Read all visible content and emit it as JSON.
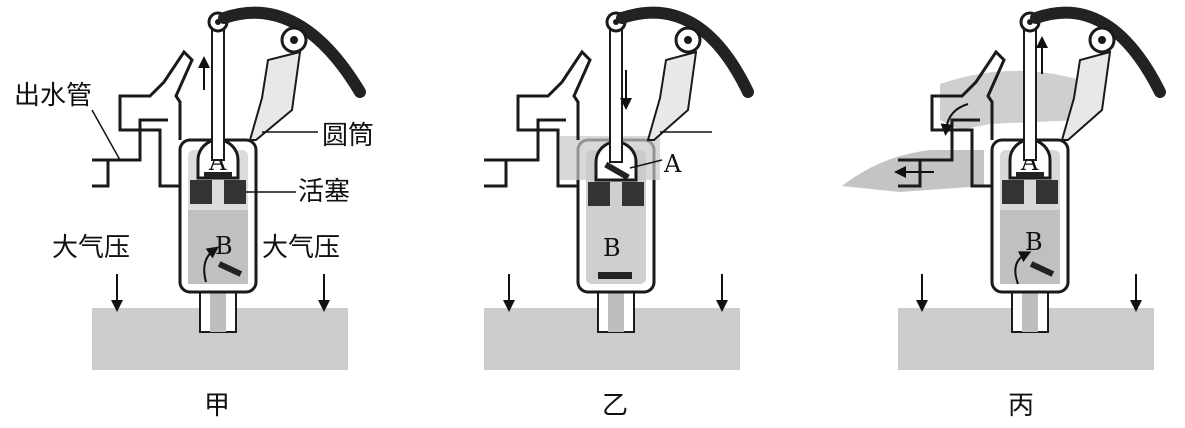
{
  "panels": [
    {
      "caption": "甲",
      "labels": {
        "outlet_pipe": "出水管",
        "cylinder": "圆筒",
        "piston": "活塞",
        "atm_left": "大气压",
        "atm_right": "大气压",
        "valve_a": "A",
        "valve_b": "B"
      }
    },
    {
      "caption": "乙",
      "labels": {
        "valve_a": "A",
        "valve_b": "B"
      }
    },
    {
      "caption": "丙",
      "labels": {
        "valve_a": "A",
        "valve_b": "B"
      }
    }
  ],
  "colors": {
    "water": "#b9b9b9",
    "ground": "#cccccc",
    "line": "#1a1a1a",
    "dark": "#333333"
  }
}
